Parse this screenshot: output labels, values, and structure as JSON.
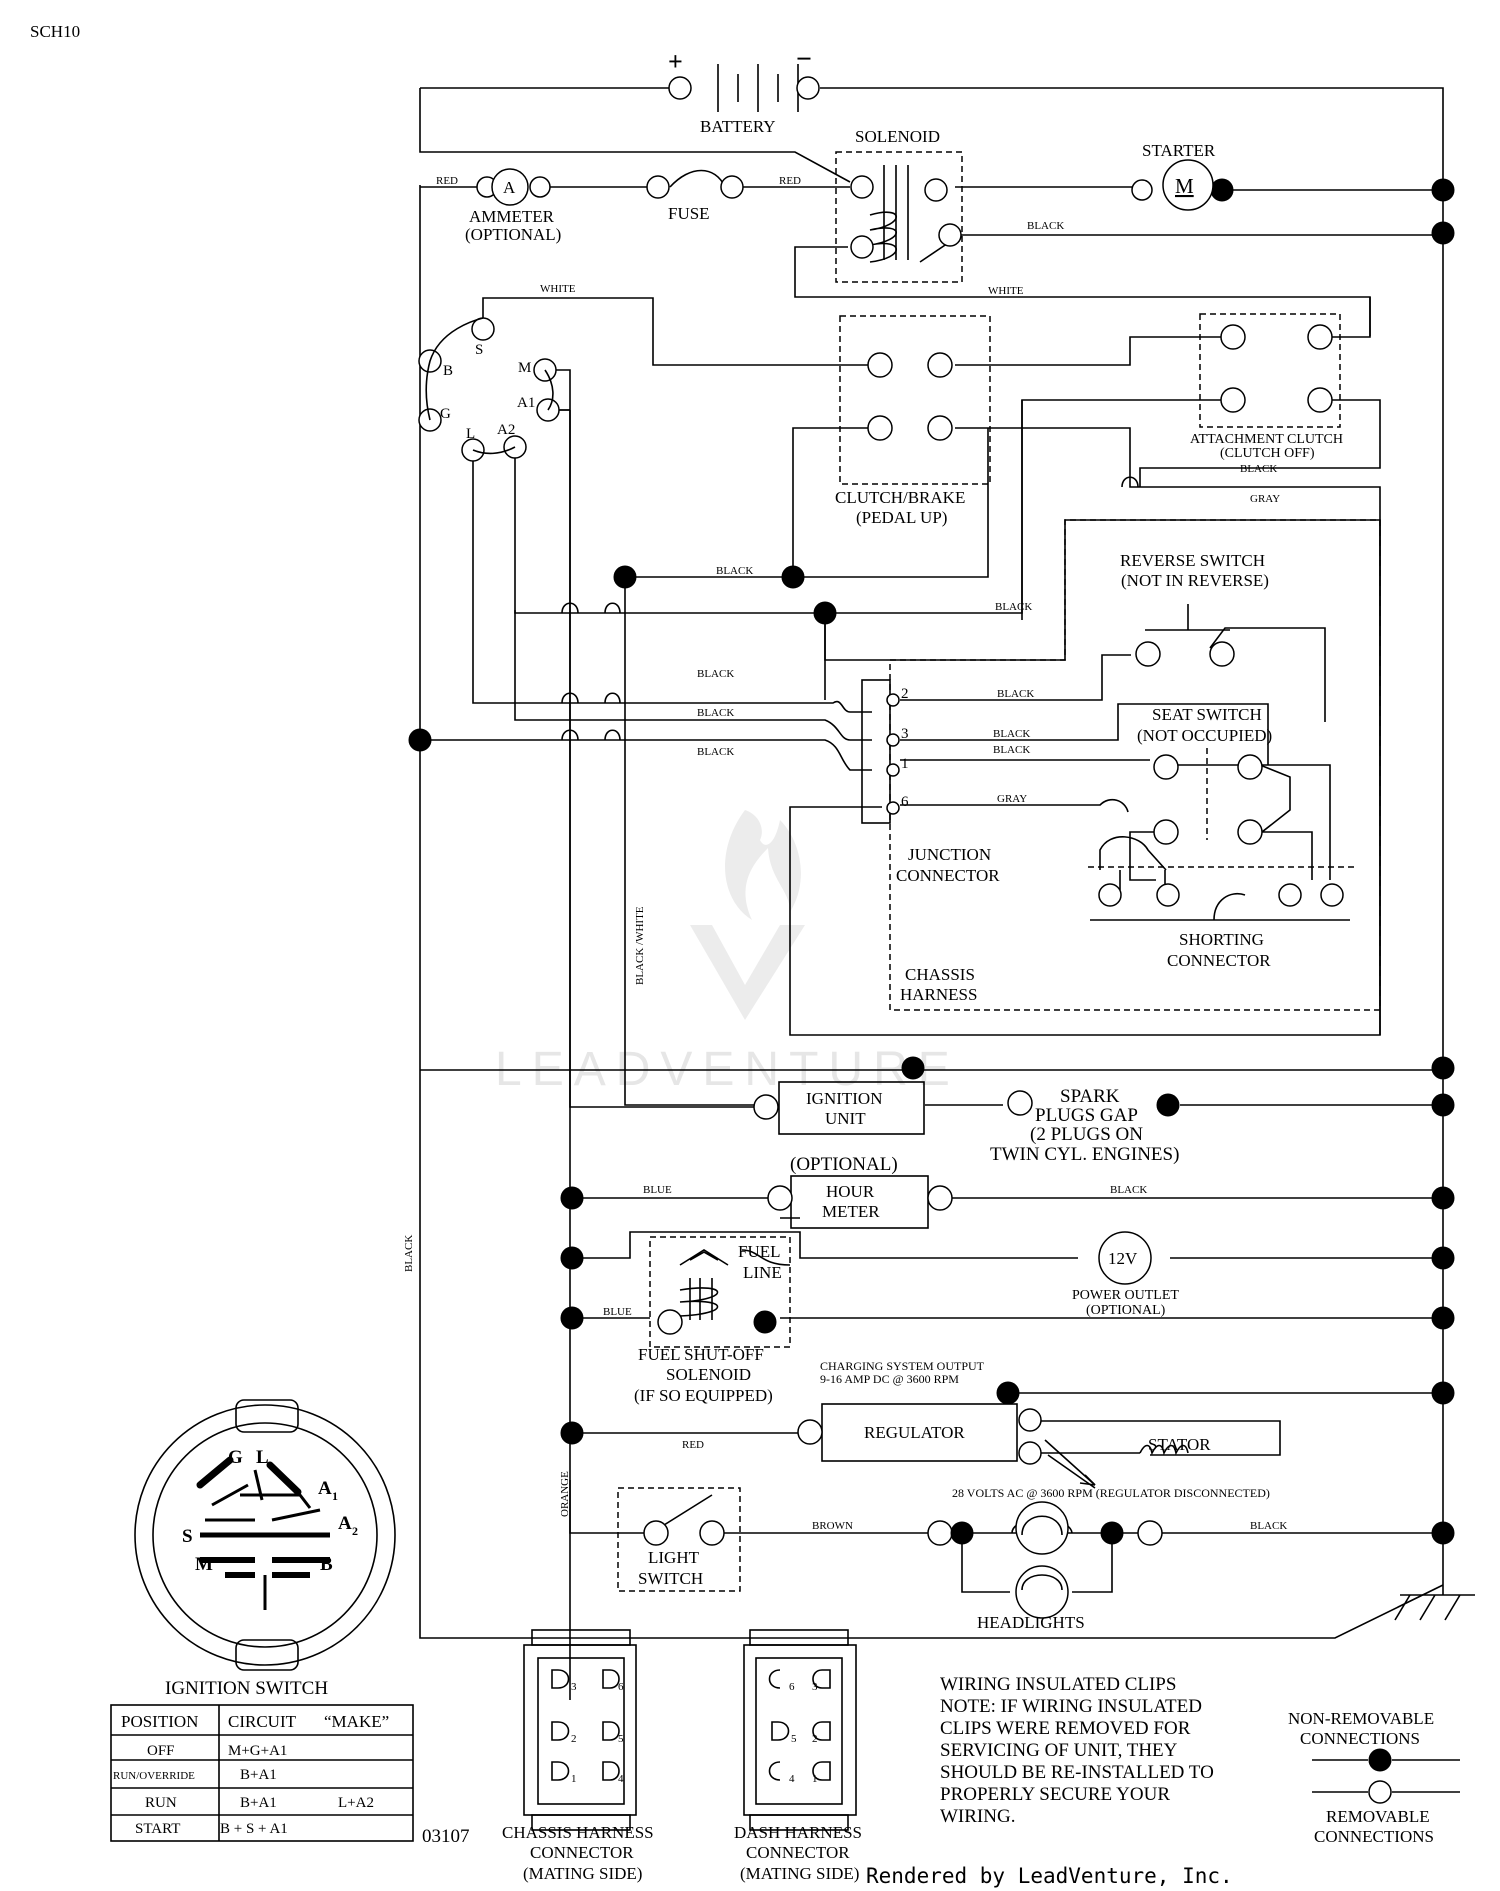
{
  "page": {
    "id": "SCH10",
    "code": "03107",
    "render_credit": "Rendered by LeadVenture, Inc.",
    "watermark": "LEADVENTURE"
  },
  "components": {
    "battery": "BATTERY",
    "battery_pos": "+",
    "battery_neg": "−",
    "solenoid": "SOLENOID",
    "starter": "STARTER",
    "starter_symbol": "M",
    "ammeter_symbol": "A",
    "ammeter_1": "AMMETER",
    "ammeter_2": "(OPTIONAL)",
    "fuse": "FUSE",
    "clutch_1": "CLUTCH/BRAKE",
    "clutch_2": "(PEDAL UP)",
    "attach_1": "ATTACHMENT CLUTCH",
    "attach_2": "(CLUTCH OFF)",
    "reverse_1": "REVERSE SWITCH",
    "reverse_2": "(NOT IN REVERSE)",
    "seat_1": "SEAT SWITCH",
    "seat_2": "(NOT OCCUPIED)",
    "junction_1": "JUNCTION",
    "junction_2": "CONNECTOR",
    "shorting_1": "SHORTING",
    "shorting_2": "CONNECTOR",
    "chassis_1": "CHASSIS",
    "chassis_2": "HARNESS",
    "ignition_1": "IGNITION",
    "ignition_2": "UNIT",
    "spark_1": "SPARK",
    "spark_2": "PLUGS GAP",
    "spark_3": "(2 PLUGS ON",
    "spark_4": "TWIN CYL. ENGINES)",
    "hour_opt": "(OPTIONAL)",
    "hour_1": "HOUR",
    "hour_2": "METER",
    "fuel_line_1": "FUEL",
    "fuel_line_2": "LINE",
    "fuel_sol_1": "FUEL SHUT-OFF",
    "fuel_sol_2": "SOLENOID",
    "fuel_sol_3": "(IF SO EQUIPPED)",
    "outlet_symbol": "12V",
    "outlet_1": "POWER OUTLET",
    "outlet_2": "(OPTIONAL)",
    "charging_1": "CHARGING SYSTEM OUTPUT",
    "charging_2": "9-16 AMP DC @ 3600 RPM",
    "regulator": "REGULATOR",
    "stator": "STATOR",
    "ac_note": "28 VOLTS AC @ 3600 RPM (REGULATOR DISCONNECTED)",
    "light_1": "LIGHT",
    "light_2": "SWITCH",
    "headlights": "HEADLIGHTS"
  },
  "ignition_terminals": {
    "B": "B",
    "S": "S",
    "M": "M",
    "A1": "A1",
    "G": "G",
    "L": "L",
    "A2": "A2"
  },
  "junction_pins": [
    "2",
    "3",
    "1",
    "6"
  ],
  "wires": {
    "red": "RED",
    "black": "BLACK",
    "white": "WHITE",
    "gray": "GRAY",
    "blue": "BLUE",
    "orange": "ORANGE",
    "brown": "BROWN",
    "black_white": "BLACK /WHITE"
  },
  "ignition_switch": {
    "title": "IGNITION SWITCH",
    "face": {
      "G": "G",
      "L": "L",
      "A": "A",
      "A1_sub": "1",
      "A2_sub": "2",
      "S": "S",
      "M": "M",
      "B": "B"
    },
    "headers": {
      "position": "POSITION",
      "circuit": "CIRCUIT",
      "make": "“MAKE”"
    },
    "rows": [
      {
        "position": "OFF",
        "circuit": "M+G+A1",
        "extra": ""
      },
      {
        "position": "RUN/OVERRIDE",
        "circuit": "B+A1",
        "extra": ""
      },
      {
        "position": "RUN",
        "circuit": "B+A1",
        "extra": "L+A2"
      },
      {
        "position": "START",
        "circuit": "B + S + A1",
        "extra": ""
      }
    ]
  },
  "connectors": {
    "chassis_1": "CHASSIS HARNESS",
    "chassis_2": "CONNECTOR",
    "chassis_3": "(MATING SIDE)",
    "chassis_pins": [
      "3",
      "6",
      "2",
      "5",
      "1",
      "4"
    ],
    "dash_1": "DASH HARNESS",
    "dash_2": "CONNECTOR",
    "dash_3": "(MATING SIDE)",
    "dash_pins": [
      "6",
      "3",
      "5",
      "2",
      "4",
      "1"
    ]
  },
  "notes": {
    "clips_title": "WIRING INSULATED CLIPS",
    "clips_lines": [
      "NOTE:  IF WIRING INSULATED",
      "CLIPS WERE REMOVED FOR",
      "SERVICING OF UNIT, THEY",
      "SHOULD BE RE-INSTALLED TO",
      "PROPERLY SECURE YOUR",
      " WIRING."
    ]
  },
  "legend": {
    "nonremovable_1": "NON-REMOVABLE",
    "nonremovable_2": "CONNECTIONS",
    "removable_1": "REMOVABLE",
    "removable_2": "CONNECTIONS"
  }
}
